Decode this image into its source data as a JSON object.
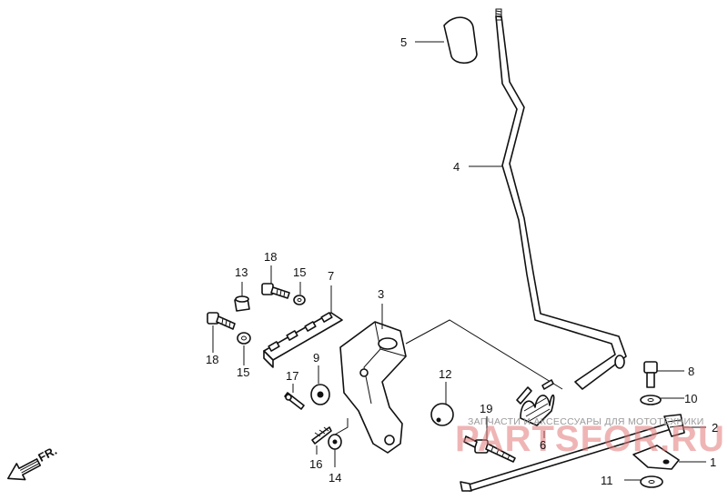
{
  "diagram": {
    "callouts": [
      {
        "id": "c5",
        "label": "5"
      },
      {
        "id": "c4",
        "label": "4"
      },
      {
        "id": "c18a",
        "label": "18"
      },
      {
        "id": "c13",
        "label": "13"
      },
      {
        "id": "c15a",
        "label": "15"
      },
      {
        "id": "c7",
        "label": "7"
      },
      {
        "id": "c3",
        "label": "3"
      },
      {
        "id": "c18b",
        "label": "18"
      },
      {
        "id": "c15b",
        "label": "15"
      },
      {
        "id": "c9",
        "label": "9"
      },
      {
        "id": "c17",
        "label": "17"
      },
      {
        "id": "c12",
        "label": "12"
      },
      {
        "id": "c19",
        "label": "19"
      },
      {
        "id": "c6",
        "label": "6"
      },
      {
        "id": "c8",
        "label": "8"
      },
      {
        "id": "c10",
        "label": "10"
      },
      {
        "id": "c2",
        "label": "2"
      },
      {
        "id": "c1",
        "label": "1"
      },
      {
        "id": "c11",
        "label": "11"
      },
      {
        "id": "c16",
        "label": "16"
      },
      {
        "id": "c14",
        "label": "14"
      }
    ],
    "direction_label": "FR.",
    "watermark": {
      "text": "ЗАПЧАСТИ И АКСЕССУАРЫ ДЛЯ МОТОТЕХНИКИ",
      "logo": "PARTSFOR.RU"
    }
  }
}
